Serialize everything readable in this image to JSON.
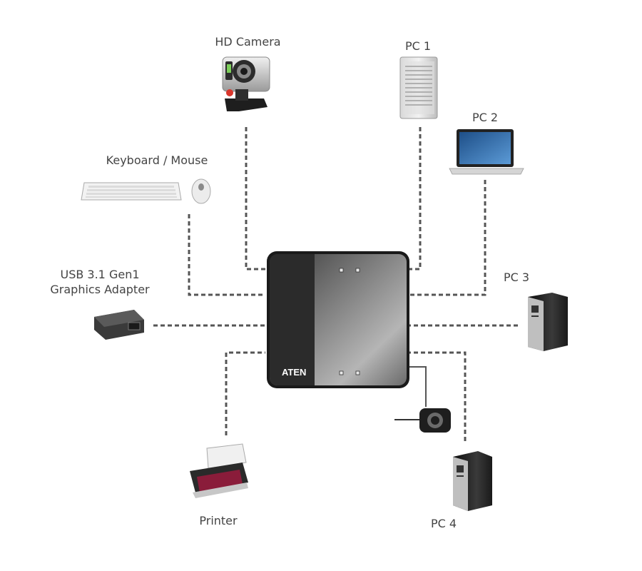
{
  "diagram": {
    "title": "",
    "hub": {
      "brand": "ATEN",
      "type": "USB 3.1 Gen1 KVM/peripheral sharing switch"
    },
    "devices": [
      {
        "id": "hd-camera",
        "label": "HD Camera"
      },
      {
        "id": "pc1",
        "label": "PC 1"
      },
      {
        "id": "pc2",
        "label": "PC 2"
      },
      {
        "id": "keyboard-mouse",
        "label": "Keyboard / Mouse"
      },
      {
        "id": "graphics-adapter",
        "label": "USB 3.1 Gen1\nGraphics Adapter"
      },
      {
        "id": "pc3",
        "label": "PC 3"
      },
      {
        "id": "printer",
        "label": "Printer"
      },
      {
        "id": "pc4",
        "label": "PC 4"
      },
      {
        "id": "remote-button",
        "label": ""
      }
    ],
    "connection_style": "dashed",
    "colors": {
      "line": "#555555",
      "hub_dark": "#2a2a2a",
      "hub_light": "#9a9a9a",
      "label": "#444444"
    }
  }
}
